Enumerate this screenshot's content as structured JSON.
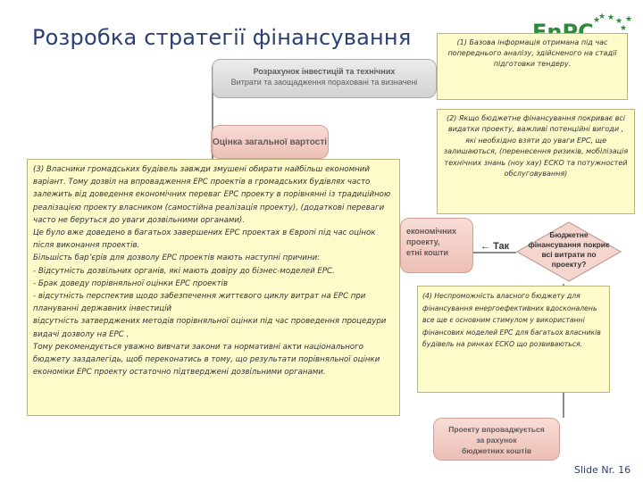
{
  "title": "Розробка стратегії фінансування",
  "logo": {
    "text": "EnPC",
    "brand_color": "#2e8a38",
    "star_color": "#2e8a38"
  },
  "diagram": {
    "box_top_line1": "Розрахунок інвестицій та технічних",
    "box_top_line2": "Витрати та заощадження пораховані та визначені",
    "box_cost": "Оцінка загальної вартості",
    "box_mid_line1": "економічних",
    "box_mid_line2": "проекту,",
    "box_mid_line3": "етні кошти",
    "tak": "Так",
    "diamond_line1": "Бюджетне",
    "diamond_line2": "фінансування покриє",
    "diamond_line3": "всі витрати по",
    "diamond_line4": "проекту?",
    "box_bottom_line1": "Проекту впроваджується",
    "box_bottom_line2": "за рахунок",
    "box_bottom_line3": "бюджетних коштів"
  },
  "notes": {
    "n1": "(1) Базова інформація отримана під час попереднього аналізу, здійсненого на стадії підготовки тендеру.",
    "n2": "(2) Якщо бюджетне фінансування покриває всі видатки проекту, важливі потенційні вигоди , які необхідно взяти до уваги ЕРС, ще залишаються, (перенесення ризиків, мобілізація технічних знань (ноу хау) ЕСКО та потужностей обслуговування)",
    "n3": [
      "(3) Власники громадських будівель завжди змушені обирати найбільш економний варіант. Тому дозвіл на впровадження ЕРС проектів в громадських будівлях часто залежить від доведення економічних переваг ЕРС проекту в порівнянні із традиційною реалізацією проекту власником (самостійна реалізація проекту), (додаткові переваги часто не беруться до уваги дозвільними органами).",
      "Це було вже доведено в багатьох завершених ЕРС проектах в Європі під час оцінок після виконання проектів.",
      "Більшість бар’єрів для дозволу ЕРС проектів мають наступні причини:",
      "- Відсутність дозвільних органів, які мають довіру до бізнес-моделей ЕРС.",
      "- Брак доведу порівняльної оцінки ЕРС проектів",
      "- відсутність перспектив щодо забезпечення життєвого циклу витрат на ЕРС при плануванні державних інвестицій",
      "відсутність затверджених методів порівняльної оцінки під час проведення процедури видачі дозволу на ЕРС .",
      "Тому рекомендується уважно вивчати закони та нормативні акти національного бюджету заздалегідь, щоб переконатись в тому, що результати порівняльної оцінки економіки ЕРС проекту остаточно підтверджені дозвільними органами."
    ],
    "n4": "(4) Неспроможність власного бюджету для фінансування енергоефективних вдосконалень все ще є основним стимулом у використанні фінансових моделей ЕРС для багатьох власників будівель на ринках ЕСКО що розвиваються."
  },
  "slide_number": "Slide Nr. 16"
}
